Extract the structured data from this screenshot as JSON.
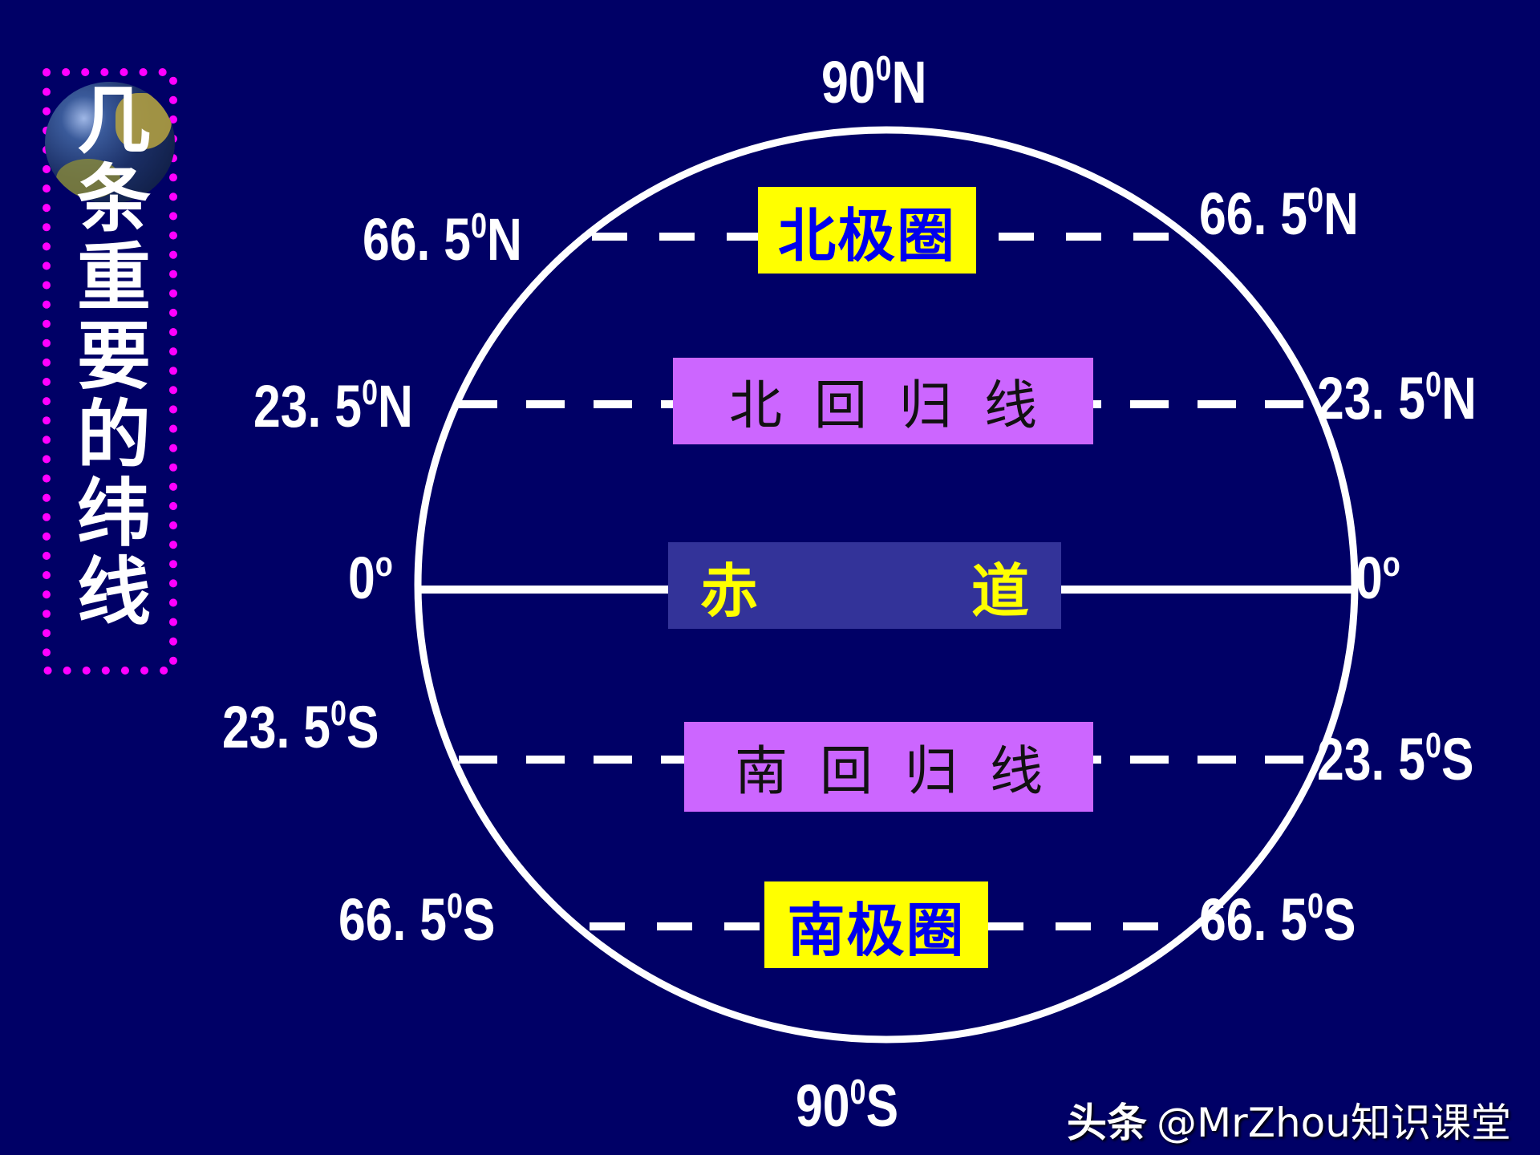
{
  "title": {
    "text": [
      "几",
      "条",
      "重",
      "要",
      "的",
      "纬",
      "线"
    ],
    "border_color": "#ff00ff"
  },
  "poles": {
    "north": {
      "num": "90",
      "deg": "0",
      "hem": "N"
    },
    "south": {
      "num": "90",
      "deg": "0",
      "hem": "S"
    }
  },
  "latitudes": [
    {
      "id": "arctic-circle",
      "left_label": {
        "num": "66. 5",
        "deg": "0",
        "hem": "N"
      },
      "right_label": {
        "num": "66. 5",
        "deg": "0",
        "hem": "N"
      },
      "name": "北极圈",
      "style": "yellow"
    },
    {
      "id": "tropic-of-cancer",
      "left_label": {
        "num": "23. 5",
        "deg": "0",
        "hem": "N"
      },
      "right_label": {
        "num": "23. 5",
        "deg": "0",
        "hem": "N"
      },
      "name": "北回归线",
      "style": "purple"
    },
    {
      "id": "equator",
      "left_label": {
        "num": "0",
        "deg": "o",
        "hem": ""
      },
      "right_label": {
        "num": "0",
        "deg": "o",
        "hem": ""
      },
      "name_left": "赤",
      "name_right": "道",
      "style": "blue"
    },
    {
      "id": "tropic-of-capricorn",
      "left_label": {
        "num": "23. 5",
        "deg": "0",
        "hem": "S"
      },
      "right_label": {
        "num": "23. 5",
        "deg": "0",
        "hem": "S"
      },
      "name": "南回归线",
      "style": "purple"
    },
    {
      "id": "antarctic-circle",
      "left_label": {
        "num": "66. 5",
        "deg": "0",
        "hem": "S"
      },
      "right_label": {
        "num": "66. 5",
        "deg": "0",
        "hem": "S"
      },
      "name": "南极圈",
      "style": "yellow"
    }
  ],
  "colors": {
    "background": "#000066",
    "yellow_box": "#ffff00",
    "yellow_text": "#0000ee",
    "purple_box": "#cc66ff",
    "equator_box": "#333399",
    "equator_text": "#ffff00",
    "lines": "#ffffff"
  },
  "watermark": {
    "brand": "头条",
    "handle": "@MrZhou知识课堂"
  }
}
